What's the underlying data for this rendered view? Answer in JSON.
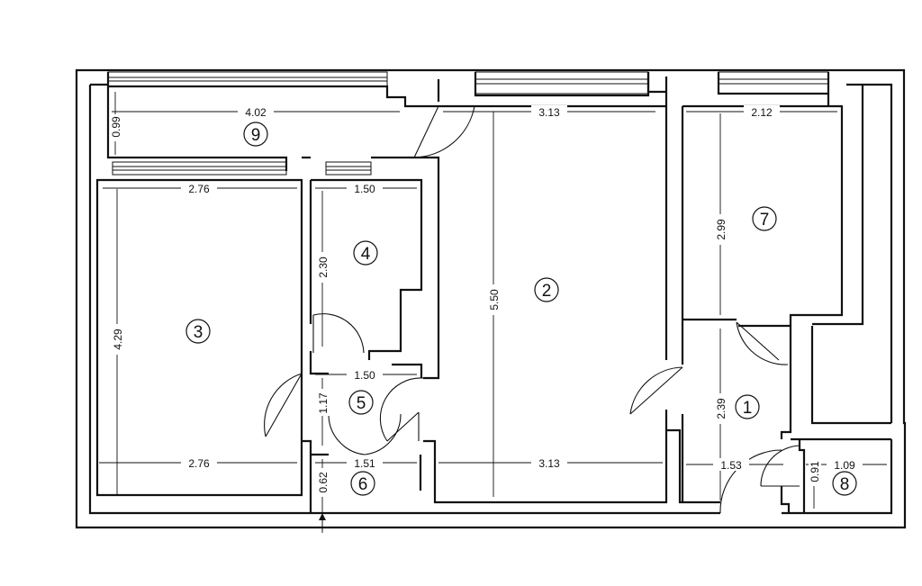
{
  "rooms": [
    {
      "id": "r1",
      "label": "1"
    },
    {
      "id": "r2",
      "label": "2"
    },
    {
      "id": "r3",
      "label": "3"
    },
    {
      "id": "r4",
      "label": "4"
    },
    {
      "id": "r5",
      "label": "5"
    },
    {
      "id": "r6",
      "label": "6"
    },
    {
      "id": "r7",
      "label": "7"
    },
    {
      "id": "r8",
      "label": "8"
    },
    {
      "id": "r9",
      "label": "9"
    }
  ],
  "dimensions": {
    "r9_width": "4.02",
    "r9_depth": "0.99",
    "r2_top_width": "3.13",
    "r7_width": "2.12",
    "r3_top_width": "2.76",
    "r4_width": "1.50",
    "r4_depth": "2.30",
    "r2_depth": "5.50",
    "r7_depth": "2.99",
    "r3_depth": "4.29",
    "r5_width": "1.50",
    "r5_depth": "1.17",
    "r1_depth": "2.39",
    "r3_bottom_width": "2.76",
    "r6_width": "1.51",
    "r2_bottom_width": "3.13",
    "r1_width": "1.53",
    "r8_depth": "0.91",
    "r8_width": "1.09",
    "r6_depth": "0.62"
  }
}
